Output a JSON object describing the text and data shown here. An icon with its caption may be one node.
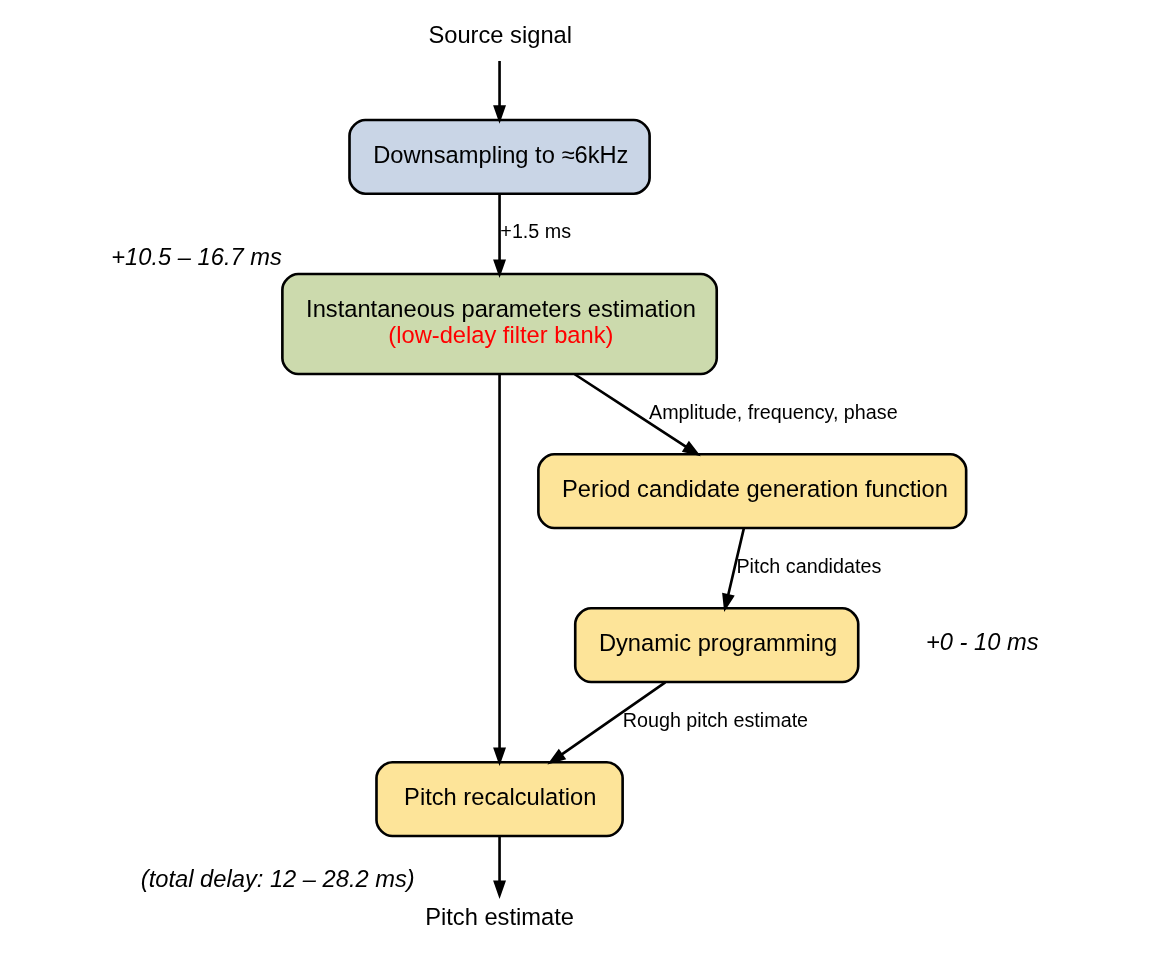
{
  "diagram": {
    "nodes": [
      {
        "text": [
          "Source signal"
        ]
      },
      {
        "text": [
          "Downsampling to ≈6kHz"
        ]
      },
      {
        "text": [
          "Instantaneous parameters estimation",
          "(low-delay filter bank)"
        ],
        "beside": [
          "+10.5 – 16.7 ms"
        ]
      },
      {
        "text": [
          "Pitch recalculation"
        ]
      },
      {
        "text": [
          "Dynamic programming"
        ]
      },
      {
        "text": [
          "Period candidate generation function"
        ]
      },
      {
        "text": [
          "Pitch estimate"
        ],
        "beside": [
          "(total delay: 12 – 28.2 ms)"
        ]
      }
    ],
    "edges": [
      {
        "from": 0,
        "to": 1,
        "arrow": "to"
      },
      {
        "from": 1,
        "to": 2,
        "arrow": "to",
        "label": "+1.5 ms"
      },
      {
        "from": 2,
        "to": 5,
        "arrow": "to",
        "label": "Amplitude, frequency, phase"
      },
      {
        "from": 2,
        "to": 3,
        "arrow": "to"
      },
      {
        "from": 5,
        "to": 4,
        "arrow": "to",
        "label": "Pitch candidates"
      },
      {
        "from": 4,
        "to": 3,
        "arrow": "to",
        "label": "Rough pitch estimate"
      },
      {
        "from": 3,
        "to": 6,
        "arrow": "to"
      }
    ],
    "labels": [
      "+0 - 10 ms"
    ]
  }
}
